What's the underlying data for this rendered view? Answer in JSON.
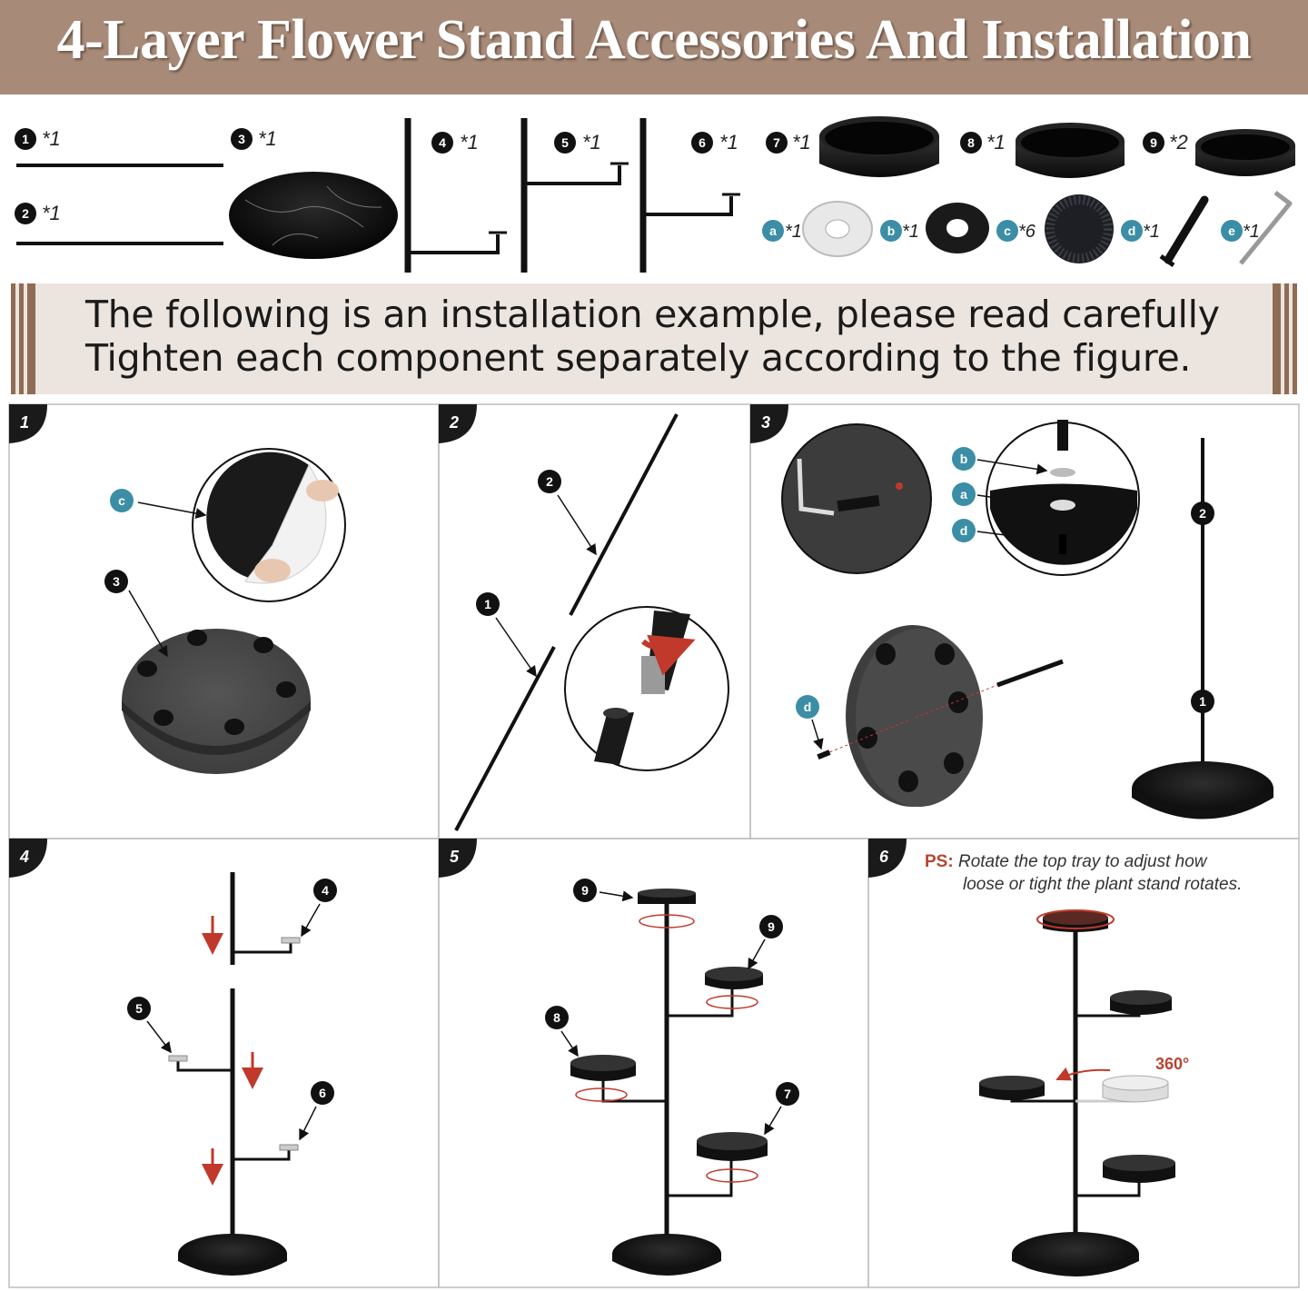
{
  "banner": {
    "title": "4-Layer Flower Stand Accessories And Installation",
    "bg": "#a78a78"
  },
  "parts": [
    {
      "id": "1",
      "qty": "*1"
    },
    {
      "id": "2",
      "qty": "*1"
    },
    {
      "id": "3",
      "qty": "*1"
    },
    {
      "id": "4",
      "qty": "*1"
    },
    {
      "id": "5",
      "qty": "*1"
    },
    {
      "id": "6",
      "qty": "*1"
    },
    {
      "id": "7",
      "qty": "*1"
    },
    {
      "id": "8",
      "qty": "*1"
    },
    {
      "id": "9",
      "qty": "*2"
    },
    {
      "id": "a",
      "qty": "*1"
    },
    {
      "id": "b",
      "qty": "*1"
    },
    {
      "id": "c",
      "qty": "*6"
    },
    {
      "id": "d",
      "qty": "*1"
    },
    {
      "id": "e",
      "qty": "*1"
    }
  ],
  "instructions": {
    "line1": "The following is an installation example, please read carefully",
    "line2": "Tighten each component separately according to the figure."
  },
  "steps": [
    "1",
    "2",
    "3",
    "4",
    "5",
    "6"
  ],
  "callouts": {
    "one": "1",
    "two": "2",
    "three": "3",
    "four": "4",
    "five": "5",
    "six": "6",
    "seven": "7",
    "eight": "8",
    "nine": "9",
    "a": "a",
    "b": "b",
    "c": "c",
    "d": "d"
  },
  "note": {
    "prefix": "PS:",
    "line1": "Rotate the top tray to adjust how",
    "line2": "loose or tight the plant stand rotates."
  },
  "rotation_label": "360°",
  "colors": {
    "accent_teal": "#3b8ea5",
    "arrow_red": "#c0392b",
    "pill_bg": "#ece4de",
    "bar_brown": "#8f6c55"
  }
}
